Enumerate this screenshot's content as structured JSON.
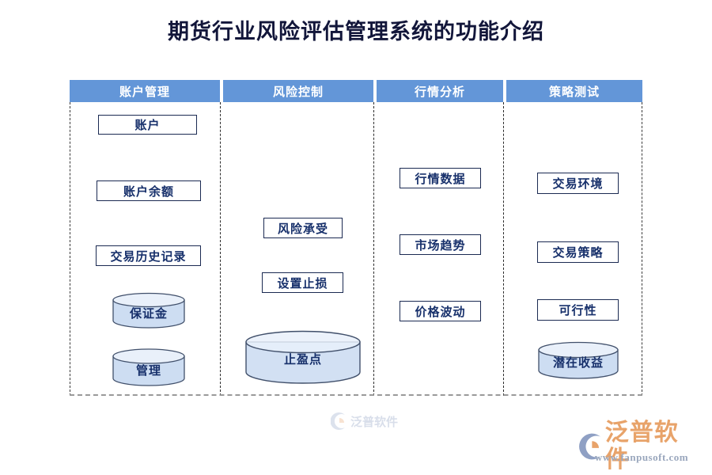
{
  "page": {
    "title": "期货行业风险评估管理系统的功能介绍",
    "background": "#ffffff"
  },
  "colors": {
    "header_band": "#6396d8",
    "header_text": "#ffffff",
    "box_border": "#1b2a52",
    "box_text": "#17306b",
    "cylinder_fill": "#cdddf2",
    "cylinder_top": "#e3edf9",
    "cylinder_stroke": "#41506b",
    "divider_dashed": "#2b2b2b",
    "bottom_dashed": "#9a9a9a",
    "brand_orange": "#e8a36a",
    "brand_grey": "#9aa7bd"
  },
  "diagram": {
    "columns": [
      {
        "id": "account-management",
        "header": "账户管理",
        "boxes": [
          "账户",
          "账户余额",
          "交易历史记录"
        ],
        "cylinders": [
          "保证金",
          "管理"
        ]
      },
      {
        "id": "risk-control",
        "header": "风险控制",
        "boxes": [
          "风险承受",
          "设置止损"
        ],
        "cylinders": [
          "止盈点"
        ]
      },
      {
        "id": "market-analysis",
        "header": "行情分析",
        "boxes": [
          "行情数据",
          "市场趋势",
          "价格波动"
        ],
        "cylinders": []
      },
      {
        "id": "strategy-testing",
        "header": "策略测试",
        "boxes": [
          "交易环境",
          "交易策略",
          "可行性"
        ],
        "cylinders": [
          "潜在收益"
        ]
      }
    ]
  },
  "watermark": {
    "center_text": "泛普软件"
  },
  "brand": {
    "name": "泛普软件",
    "url": "www.fanpusoft.com",
    "mark_icon": "fanpu-circle-logo-icon"
  }
}
